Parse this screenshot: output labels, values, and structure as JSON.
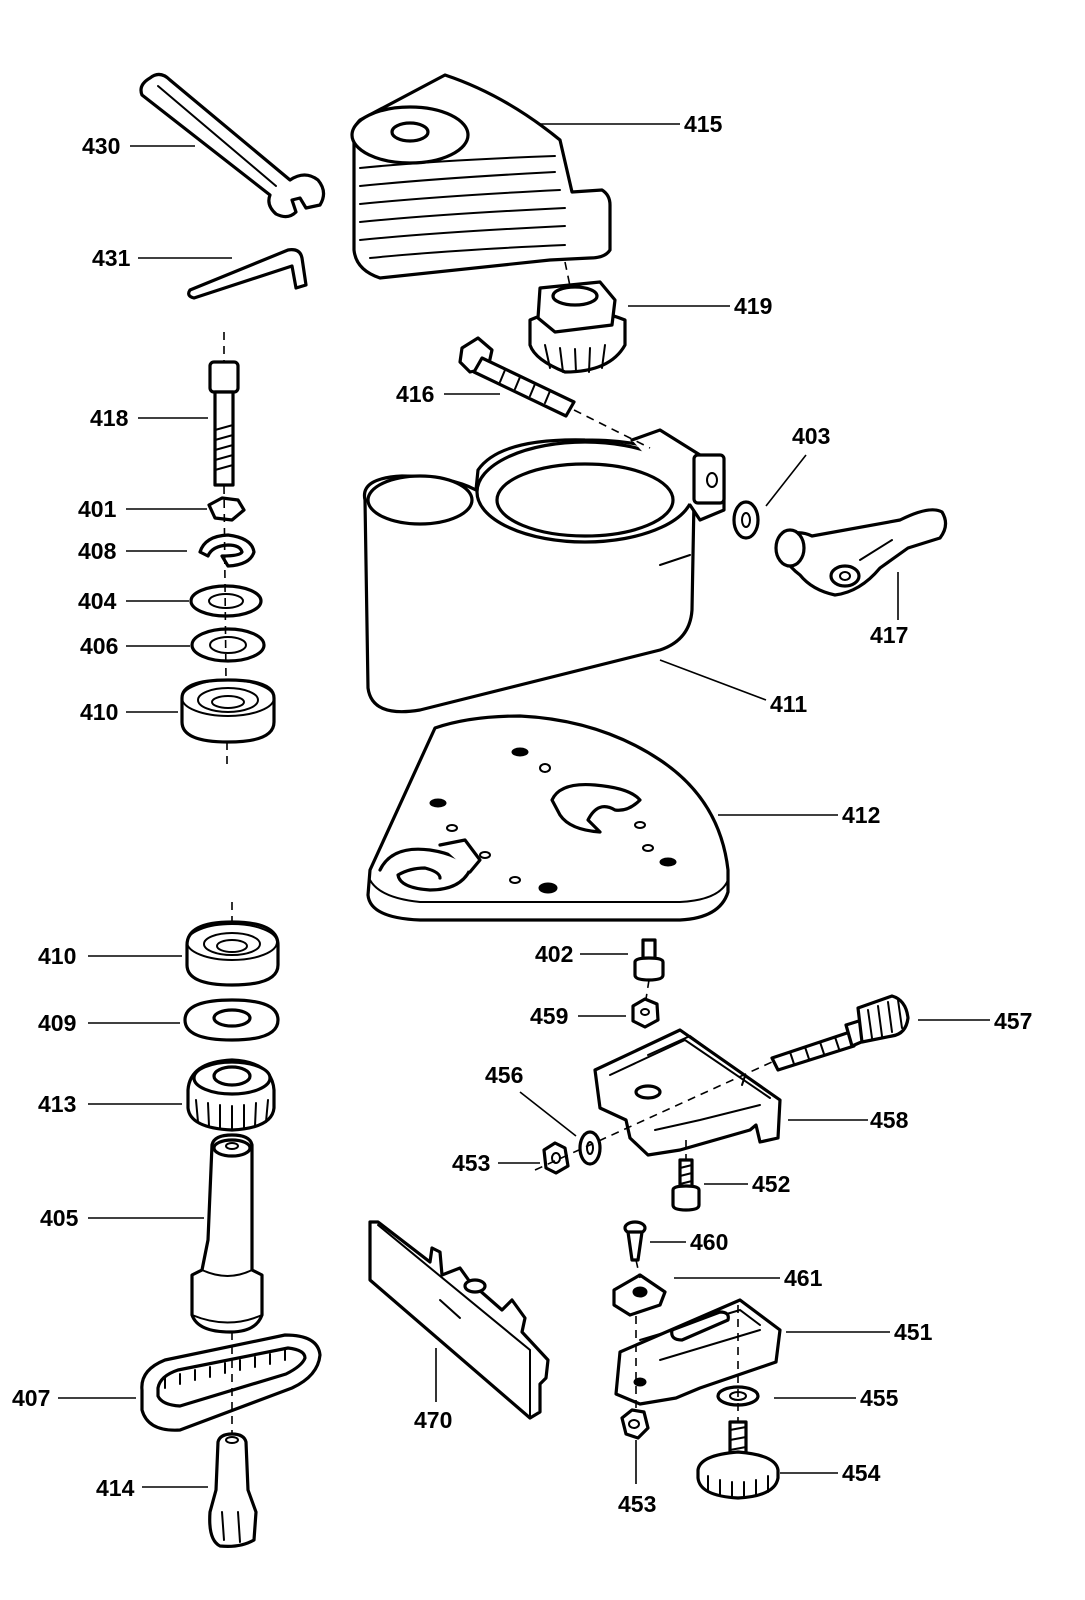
{
  "callouts": {
    "p430": "430",
    "p431": "431",
    "p415": "415",
    "p419": "419",
    "p418": "418",
    "p416": "416",
    "p403": "403",
    "p401": "401",
    "p408": "408",
    "p404": "404",
    "p406": "406",
    "p410a": "410",
    "p417": "417",
    "p411": "411",
    "p412": "412",
    "p410b": "410",
    "p402": "402",
    "p409": "409",
    "p459": "459",
    "p457": "457",
    "p413": "413",
    "p456": "456",
    "p458": "458",
    "p453a": "453",
    "p452": "452",
    "p405": "405",
    "p460": "460",
    "p461": "461",
    "p451": "451",
    "p407": "407",
    "p470": "470",
    "p455": "455",
    "p414": "414",
    "p454": "454",
    "p453b": "453"
  }
}
